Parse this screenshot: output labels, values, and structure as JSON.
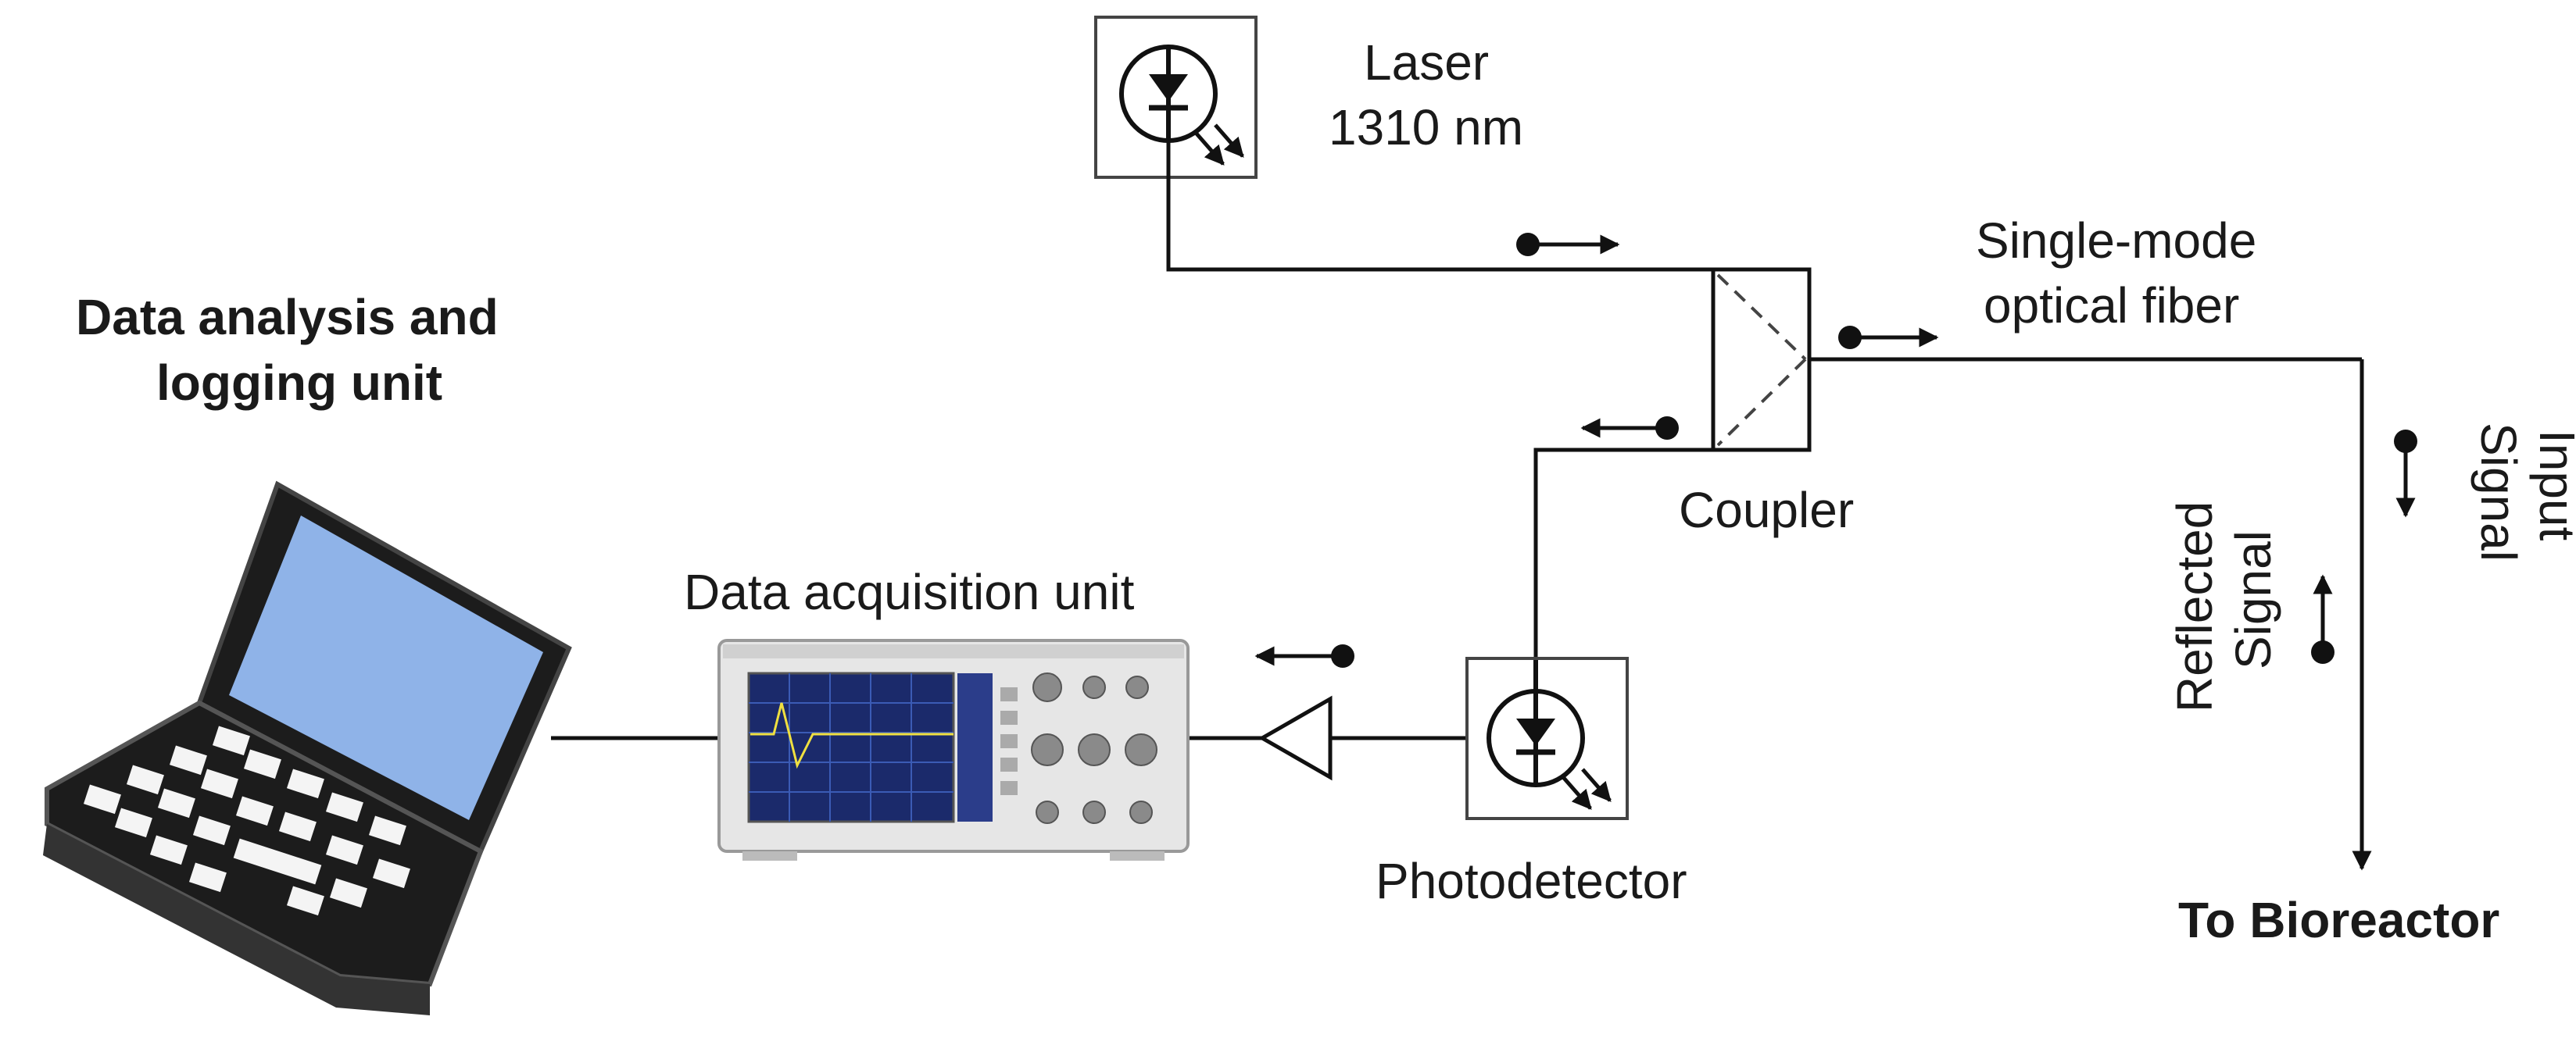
{
  "labels": {
    "laser": [
      "Laser",
      "1310 nm"
    ],
    "fiber": [
      "Single-mode",
      "optical fiber"
    ],
    "coupler": "Coupler",
    "daq": "Data acquisition unit",
    "logging": [
      "Data analysis and",
      "logging unit"
    ],
    "photodetector": "Photodetector",
    "input_signal": [
      "Input",
      "Signal"
    ],
    "reflected_signal": [
      "Reflected",
      "Signal"
    ],
    "bioreactor": "To Bioreactor"
  },
  "icons": {
    "laser": "laser-diode-icon",
    "photodetector": "photodiode-icon",
    "amplifier": "amplifier-triangle-icon",
    "oscilloscope": "oscilloscope-icon",
    "laptop": "laptop-icon",
    "coupler": "fiber-coupler-icon",
    "signal_marker": "dot-arrow-icon"
  },
  "colors": {
    "line": "#111111",
    "laptop_body": "#1c1c1c",
    "laptop_screen": "#8fb3e8",
    "scope_body": "#e6e6e6",
    "scope_screen": "#1b2a6b"
  }
}
